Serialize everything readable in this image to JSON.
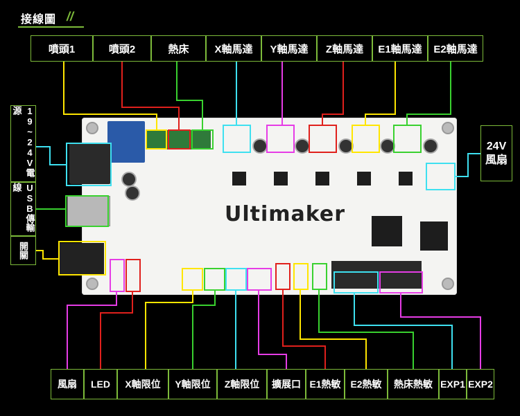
{
  "title": "接線圖",
  "top_labels": [
    "噴頭1",
    "噴頭2",
    "熱床",
    "X軸馬達",
    "Y軸馬達",
    "Z軸馬達",
    "E1軸馬達",
    "E2軸馬達"
  ],
  "left_labels": [
    "19~24V電源",
    "USB傳輸線",
    "開關"
  ],
  "right_label": {
    "line1": "24V",
    "line2": "風扇"
  },
  "bottom_labels": [
    "風扇",
    "LED",
    "X軸限位",
    "Y軸限位",
    "Z軸限位",
    "擴展口",
    "E1熱敏",
    "E2熱敏",
    "熱床熱敏",
    "EXP1",
    "EXP2"
  ],
  "board_brand": "Ultimaker",
  "colors": {
    "label_border": "#7dbb3a",
    "yellow": "#ffe600",
    "red": "#e0201c",
    "green": "#39d12f",
    "cyan": "#3ee0f0",
    "magenta": "#e63ce6"
  }
}
